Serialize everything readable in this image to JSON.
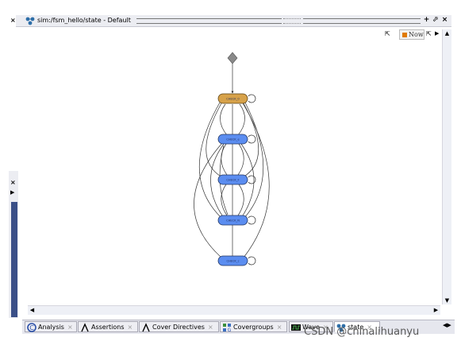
{
  "window": {
    "title": "sim:/fsm_hello/state - Default"
  },
  "toolbar": {
    "now_label": "Now"
  },
  "graph": {
    "states": [
      "CHECK_0",
      "CHECK_e",
      "CHECK_F",
      "CHECK_N",
      "CHECK_c"
    ]
  },
  "tabs": [
    {
      "label": "Analysis"
    },
    {
      "label": "Assertions"
    },
    {
      "label": "Cover Directives"
    },
    {
      "label": "Covergroups"
    },
    {
      "label": "Wave"
    },
    {
      "label": "state"
    }
  ],
  "watermark": "CSDN @chinalihuanyu",
  "colors": {
    "initial_state": "#d7a24a",
    "state": "#5b8df0",
    "edge": "#333333"
  }
}
